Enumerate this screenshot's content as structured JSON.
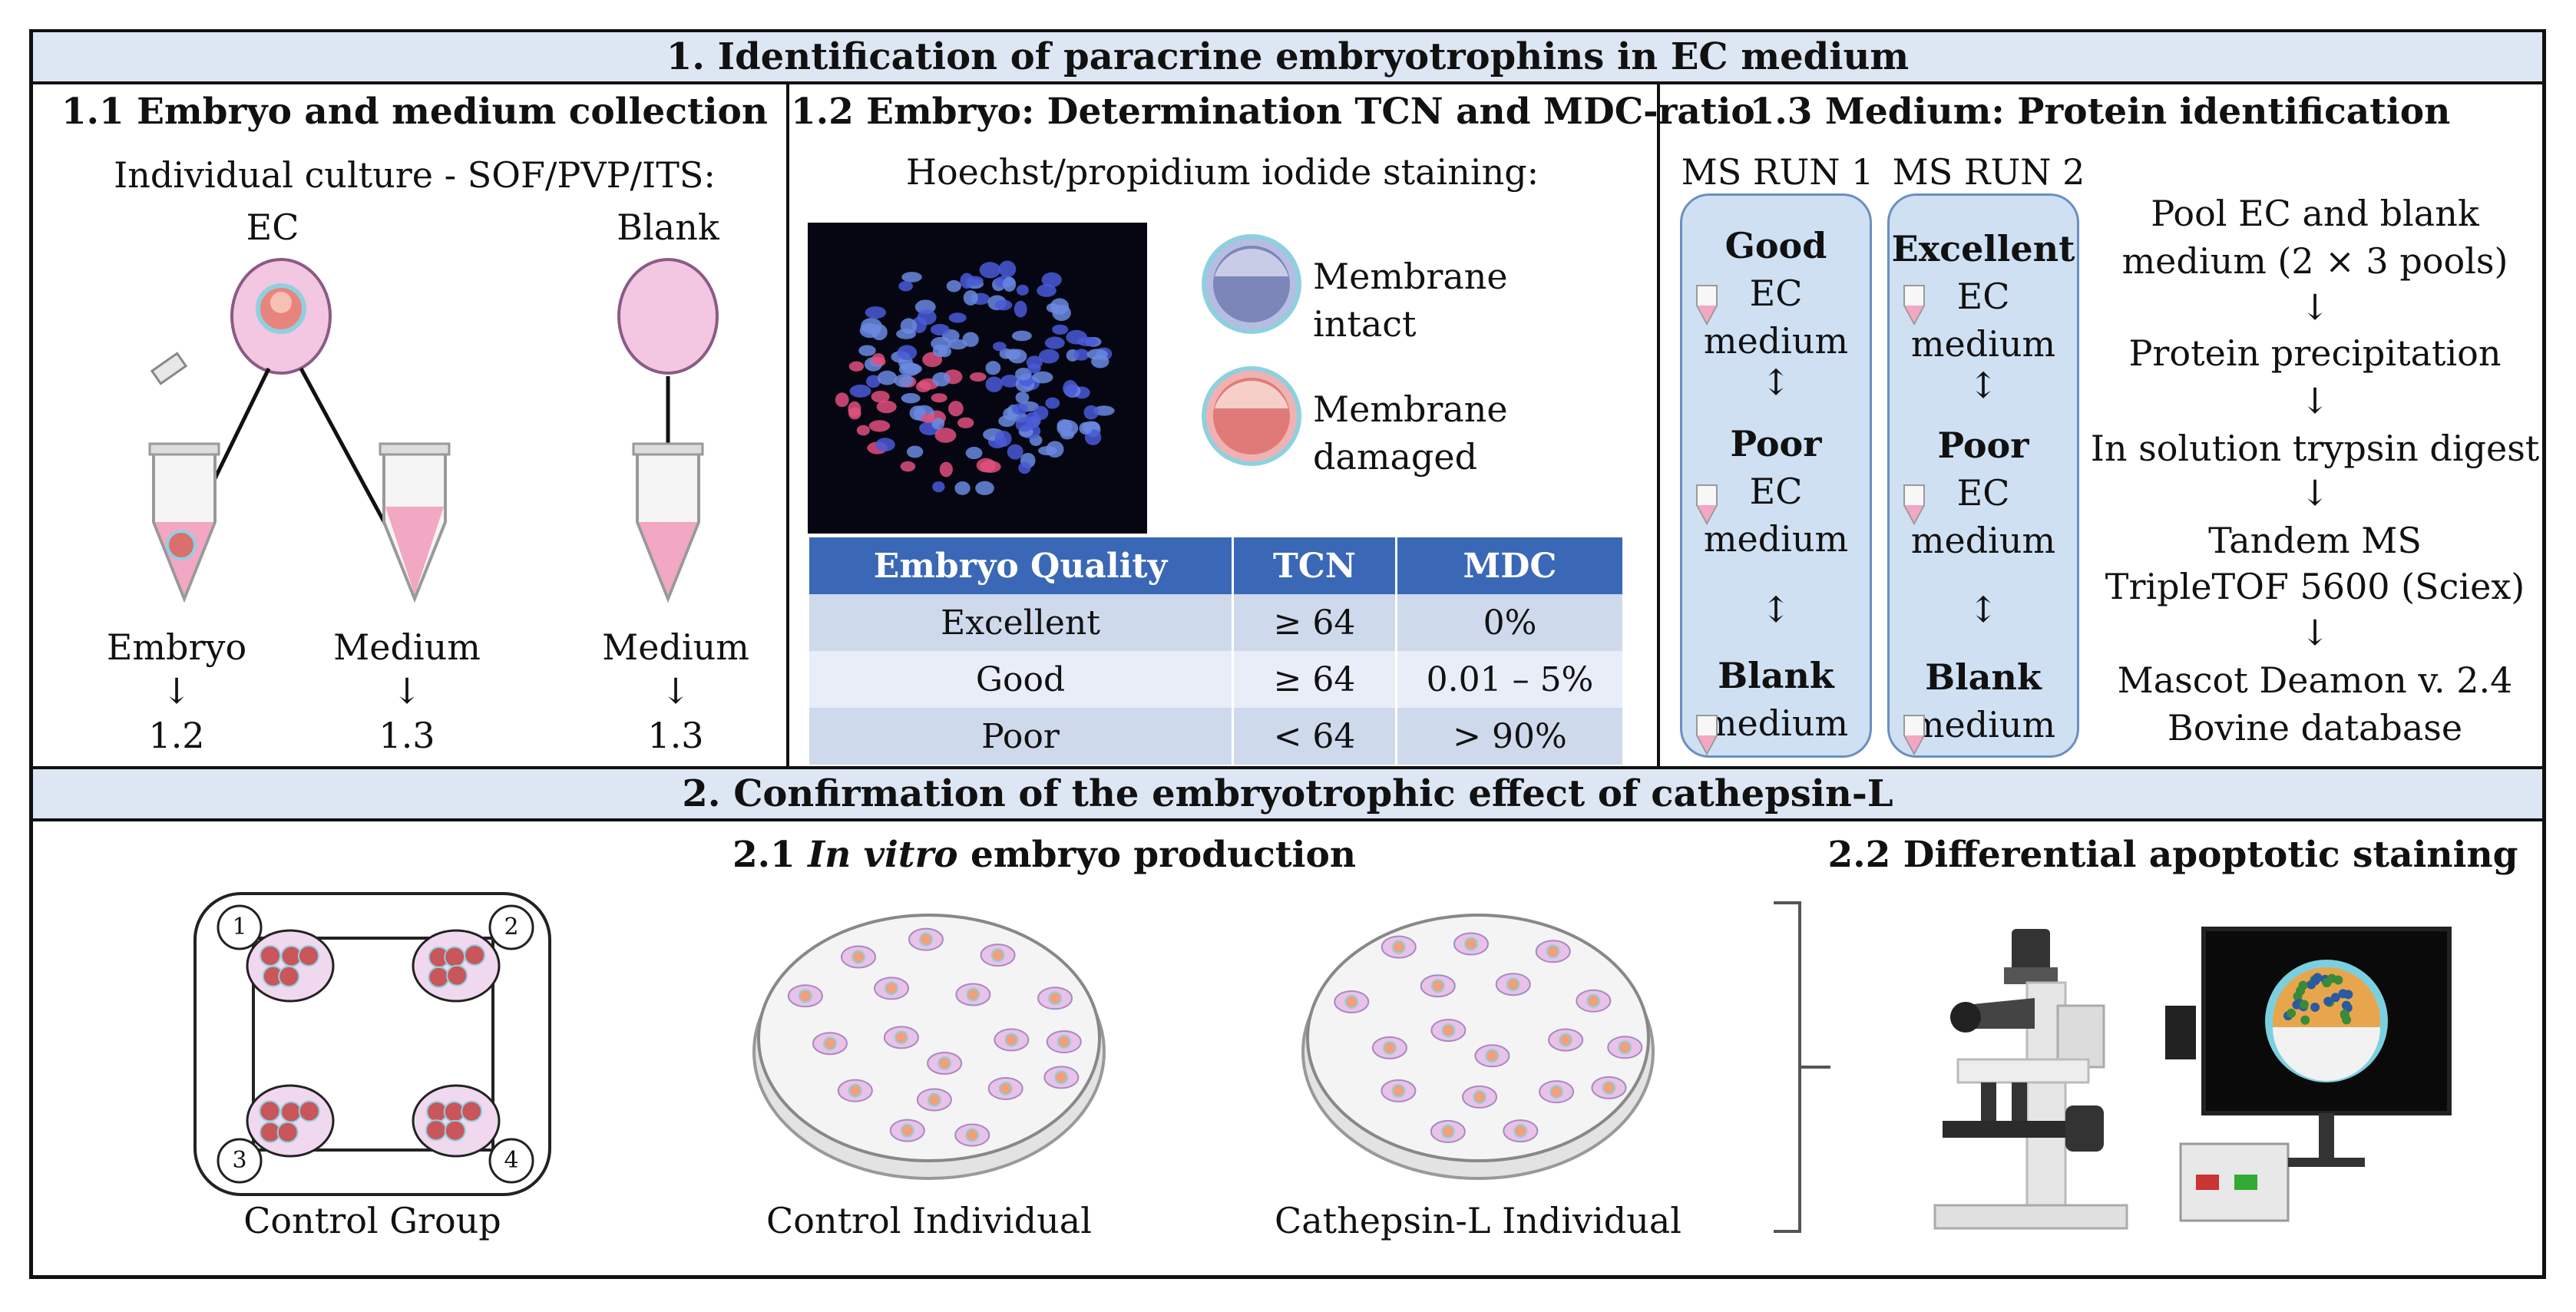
{
  "section1": {
    "title": "1. Identification of paracrine embryotrophins in EC medium",
    "s11": {
      "title": "1.1 Embryo and medium collection",
      "subtitle": "Individual culture - SOF/PVP/ITS:",
      "ec_label": "EC",
      "blank_label": "Blank",
      "tube1_label": "Embryo",
      "tube1_dest": "1.2",
      "tube2_label": "Medium",
      "tube2_dest": "1.3",
      "tube3_label": "Medium",
      "tube3_dest": "1.3",
      "arrow": "↓"
    },
    "s12": {
      "title": "1.2 Embryo: Determination TCN and MDC-ratio",
      "subtitle": "Hoechst/propidium iodide staining:",
      "legend_intact_1": "Membrane",
      "legend_intact_2": "intact",
      "legend_damaged_1": "Membrane",
      "legend_damaged_2": "damaged",
      "table": {
        "headers": [
          "Embryo Quality",
          "TCN",
          "MDC"
        ],
        "rows": [
          [
            "Excellent",
            "≥ 64",
            "0%"
          ],
          [
            "Good",
            "≥ 64",
            "0.01 – 5%"
          ],
          [
            "Poor",
            "< 64",
            "> 90%"
          ]
        ]
      }
    },
    "s13": {
      "title": "1.3 Medium: Protein identification",
      "run1": {
        "title": "MS RUN 1",
        "q1": "Good",
        "q2": "Poor",
        "q3": "Blank",
        "ec": "EC",
        "medium": "medium"
      },
      "run2": {
        "title": "MS RUN 2",
        "q1": "Excellent",
        "q2": "Poor",
        "q3": "Blank",
        "ec": "EC",
        "medium": "medium"
      },
      "double_arrow": "↕",
      "steps": [
        "Pool EC and blank",
        "medium (2 × 3 pools)",
        "Protein precipitation",
        "In solution trypsin digest",
        "Tandem MS",
        "TripleTOF 5600 (Sciex)",
        "Mascot Deamon v. 2.4",
        "Bovine database"
      ]
    }
  },
  "section2": {
    "title": "2. Confirmation of the embryotrophic effect of cathepsin-L",
    "s21": {
      "title_plain": "2.1 ",
      "title_italic": "In vitro",
      "title_rest": " embryo production",
      "group_label": "Control Group",
      "well_numbers": [
        "1",
        "2",
        "3",
        "4"
      ],
      "dish1_label": "Control Individual",
      "dish2_label": "Cathepsin-L Individual"
    },
    "s22": {
      "title": "2.2 Differential apoptotic staining"
    }
  },
  "colors": {
    "band": "#dde6f3",
    "table_header": "#3a68b6",
    "run_box": "#cfe0f3",
    "pink": "#f2b8d0",
    "embryo_red": "#d9706e"
  }
}
